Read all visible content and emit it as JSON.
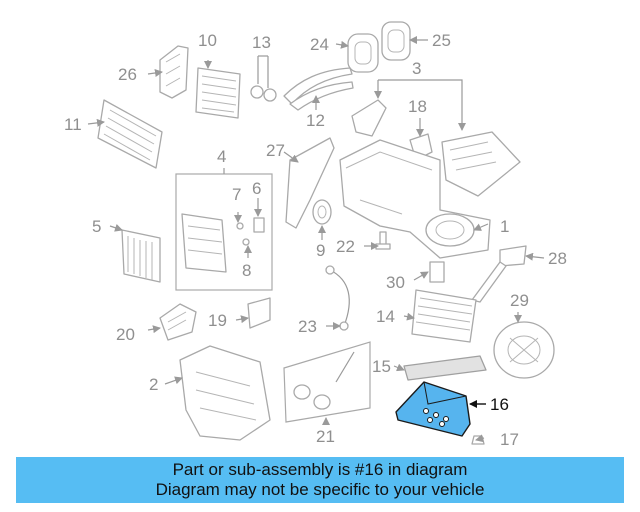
{
  "diagram": {
    "callouts": {
      "c1": "1",
      "c2": "2",
      "c3": "3",
      "c4": "4",
      "c5": "5",
      "c6": "6",
      "c7": "7",
      "c8": "8",
      "c9": "9",
      "c10": "10",
      "c11": "11",
      "c12": "12",
      "c13": "13",
      "c14": "14",
      "c15": "15",
      "c16": "16",
      "c17": "17",
      "c18": "18",
      "c19": "19",
      "c20": "20",
      "c21": "21",
      "c22": "22",
      "c23": "23",
      "c24": "24",
      "c25": "25",
      "c26": "26",
      "c27": "27",
      "c28": "28",
      "c29": "29",
      "c30": "30"
    },
    "highlight_color": "#56b4ee"
  },
  "banner": {
    "line1": "Part or sub-assembly is #16 in diagram",
    "line2": "Diagram may not be specific to your vehicle",
    "background": "#56bdf3"
  }
}
